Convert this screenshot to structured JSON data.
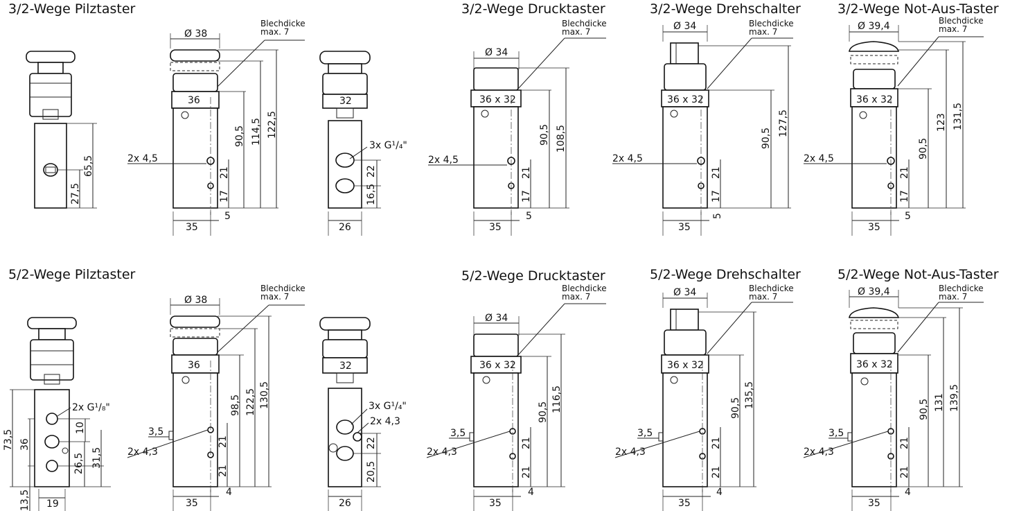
{
  "titles": {
    "r1_pilz": "3/2-Wege Pilztaster",
    "r1_druck": "3/2-Wege Drucktaster",
    "r1_dreh": "3/2-Wege Drehschalter",
    "r1_notaus": "3/2-Wege Not-Aus-Taster",
    "r2_pilz": "5/2-Wege Pilztaster",
    "r2_druck": "5/2-Wege Drucktaster",
    "r2_dreh": "5/2-Wege Drehschalter",
    "r2_notaus": "5/2-Wege Not-Aus-Taster"
  },
  "notes": {
    "blech1": "Blechdicke",
    "blech2": "max. 7"
  },
  "dims": {
    "d38": "Ø 38",
    "d34": "Ø 34",
    "d394": "Ø 39,4",
    "w36": "36",
    "w32": "32",
    "w36x32": "36 x 32",
    "h4_5": "2x 4,5",
    "h4_3": "2x 4,3",
    "g14": "3x G¹/₄\"",
    "g18": "2x G¹/₈\"",
    "h3_5": "3,5",
    "v65_5": "65,5",
    "v27_5": "27,5",
    "v90_5": "90,5",
    "v114_5": "114,5",
    "v122_5": "122,5",
    "v21": "21",
    "v17": "17",
    "v22": "22",
    "v16_5": "16,5",
    "v108_5": "108,5",
    "v127_5": "127,5",
    "v123": "123",
    "v131_5": "131,5",
    "v73_5": "73,5",
    "v36": "36",
    "v10": "10",
    "v26_5": "26,5",
    "v31_5": "31,5",
    "v13_5": "13,5",
    "v98_5": "98,5",
    "v130_5": "130,5",
    "v20_5": "20,5",
    "v116_5": "116,5",
    "v135_5": "135,5",
    "v131": "131",
    "v139_5": "139,5",
    "b35": "35",
    "b26": "26",
    "b19": "19",
    "b5": "5",
    "b4": "4"
  }
}
